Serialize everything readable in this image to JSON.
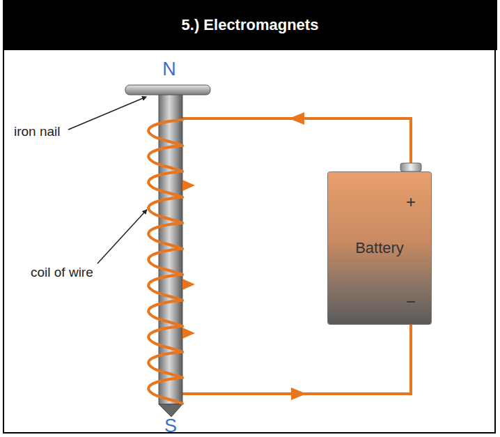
{
  "diagram": {
    "title": "5.) Electromagnets",
    "nodes": [
      {
        "text": [
          "Battery"
        ]
      }
    ],
    "labels": [
      "N",
      "iron nail",
      "coil of wire",
      "S",
      "+",
      "−"
    ]
  }
}
